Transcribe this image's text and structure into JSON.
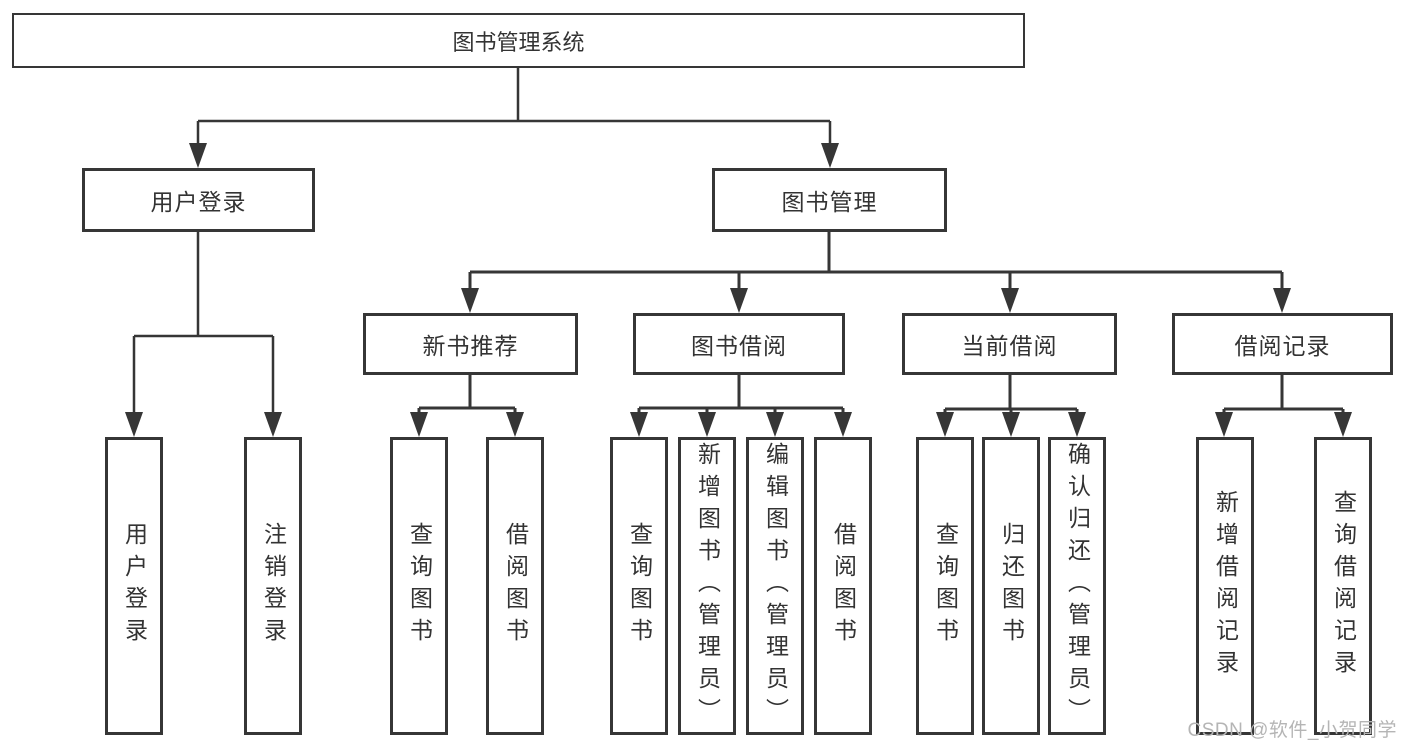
{
  "tree": {
    "label": "图书管理系统",
    "children": [
      {
        "label": "用户登录",
        "children": [
          {
            "label": "用户登录"
          },
          {
            "label": "注销登录"
          }
        ]
      },
      {
        "label": "图书管理",
        "children": [
          {
            "label": "新书推荐",
            "children": [
              {
                "label": "查询图书"
              },
              {
                "label": "借阅图书"
              }
            ]
          },
          {
            "label": "图书借阅",
            "children": [
              {
                "label": "查询图书"
              },
              {
                "label": "新增图书（管理员）"
              },
              {
                "label": "编辑图书（管理员）"
              },
              {
                "label": "借阅图书"
              }
            ]
          },
          {
            "label": "当前借阅",
            "children": [
              {
                "label": "查询图书"
              },
              {
                "label": "归还图书"
              },
              {
                "label": "确认归还（管理员）"
              }
            ]
          },
          {
            "label": "借阅记录",
            "children": [
              {
                "label": "新增借阅记录"
              },
              {
                "label": "查询借阅记录"
              }
            ]
          }
        ]
      }
    ]
  },
  "watermark": {
    "text": "CSDN @软件_小贺同学"
  },
  "colors": {
    "line": "#363636",
    "text": "#333333",
    "watermark": "#b5b5b5",
    "background": "#ffffff"
  }
}
